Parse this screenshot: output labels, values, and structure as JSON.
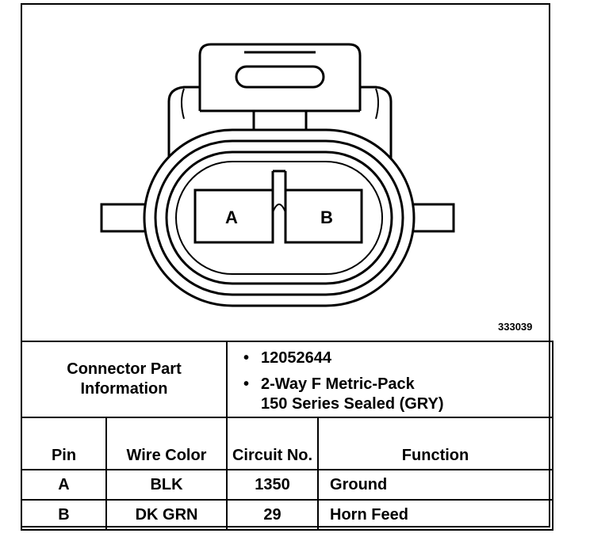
{
  "diagram": {
    "figure_number": "333039",
    "pin_labels": [
      "A",
      "B"
    ]
  },
  "connector_info": {
    "label": "Connector Part Information",
    "part_number": "12052644",
    "description_line1": "2-Way F Metric-Pack",
    "description_line2": "150 Series Sealed (GRY)"
  },
  "table": {
    "headers": {
      "pin": "Pin",
      "wire_color": "Wire Color",
      "circuit": "Circuit No.",
      "function": "Function"
    },
    "rows": [
      {
        "pin": "A",
        "wire_color": "BLK",
        "circuit": "1350",
        "function": "Ground"
      },
      {
        "pin": "B",
        "wire_color": "DK GRN",
        "circuit": "29",
        "function": "Horn Feed"
      }
    ]
  }
}
